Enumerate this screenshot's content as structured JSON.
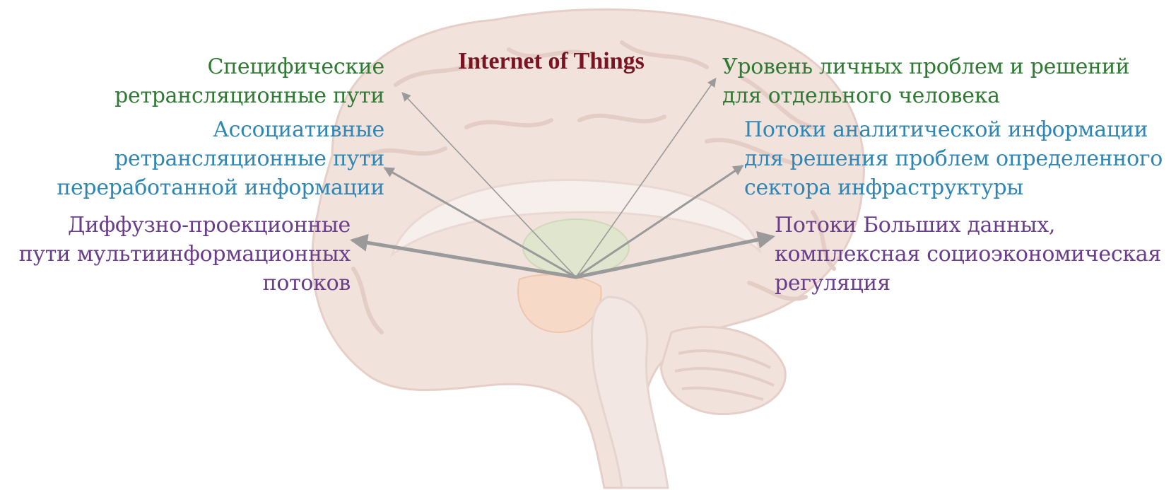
{
  "title": "Internet of Things",
  "colors": {
    "title": "#7a1422",
    "green": "#2f7a32",
    "blue": "#2f86b4",
    "purple": "#6a3d8c",
    "arrow": "#9a9a9a"
  },
  "left_labels": [
    {
      "lines": [
        "Специфические",
        "ретрансляционные пути"
      ],
      "color_key": "green"
    },
    {
      "lines": [
        "Ассоциативные",
        "ретрансляционные пути",
        "переработанной информации"
      ],
      "color_key": "blue"
    },
    {
      "lines": [
        "Диффузно-проекционные",
        "пути мультиинформационных",
        "потоков"
      ],
      "color_key": "purple"
    }
  ],
  "right_labels": [
    {
      "lines": [
        "Уровень личных проблем и решений",
        "для отдельного человека"
      ],
      "color_key": "green"
    },
    {
      "lines": [
        "Потоки аналитической информации",
        "для решения проблем определенного",
        "сектора инфраструктуры"
      ],
      "color_key": "blue"
    },
    {
      "lines": [
        "Потоки Больших данных,",
        "комплексная социоэкономическая",
        "регуляция"
      ],
      "color_key": "purple"
    }
  ]
}
